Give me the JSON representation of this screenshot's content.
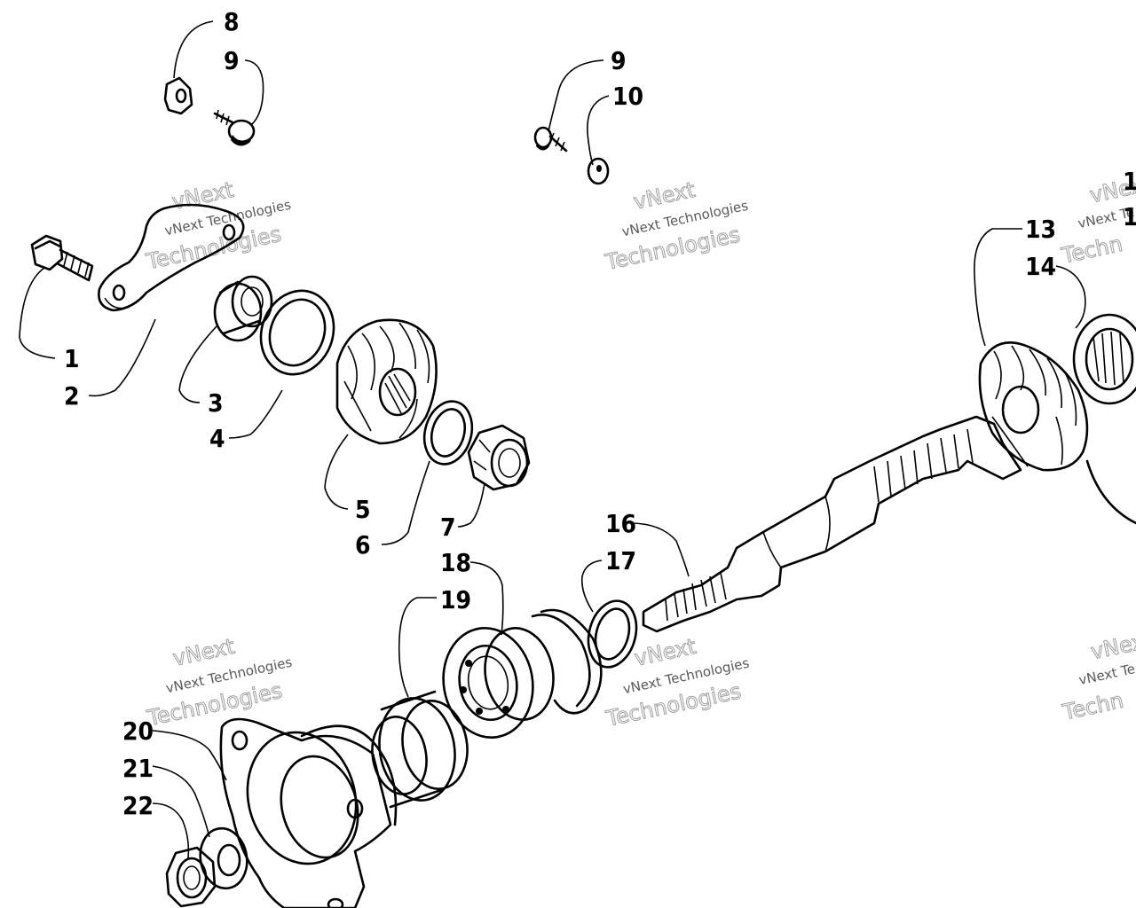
{
  "callouts": {
    "c1": "1",
    "c2": "2",
    "c3": "3",
    "c4": "4",
    "c5": "5",
    "c6": "6",
    "c7": "7",
    "c8": "8",
    "c9a": "9",
    "c9b": "9",
    "c10": "10",
    "c13": "13",
    "c14": "14",
    "c15a": "1",
    "c15b": "1",
    "c16": "16",
    "c17": "17",
    "c18": "18",
    "c19": "19",
    "c20": "20",
    "c21": "21",
    "c22": "22"
  },
  "watermark": {
    "top1": "vNext",
    "small1": "vNext Technologies",
    "big1": "Technologies",
    "top2": "vNext",
    "small2": "vNext Technologies",
    "big2": "Technologies",
    "top3": "vNext",
    "small3": "vNext Technologies",
    "big3": "Technologies",
    "top4": "vNext",
    "small4": "vNext Technologies",
    "big4": "Technologies",
    "top5": "vNext",
    "small5": "vNext Te",
    "big5": "Techn",
    "top6": "vNext",
    "small6": "vNext Te",
    "big6": "Techn"
  }
}
